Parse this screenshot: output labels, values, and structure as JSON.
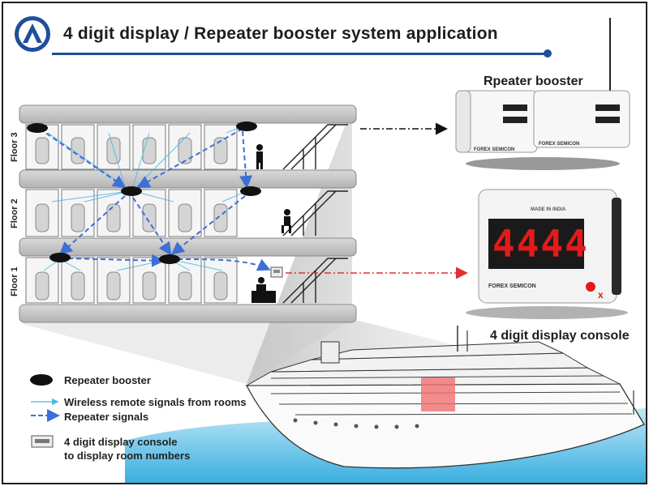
{
  "header": {
    "title": "4 digit display / Repeater booster system application"
  },
  "building": {
    "floors": [
      "Floor 3",
      "Floor 2",
      "Floor 1"
    ]
  },
  "products": {
    "repeater_title": "Rpeater booster",
    "repeater_brand": "FOREX SEMICON",
    "display_title": "4 digit display console",
    "display_digits": "4444",
    "display_made_in": "MADE IN INDIA",
    "display_brand": "FOREX SEMICON",
    "display_close": "x"
  },
  "legend": {
    "items": [
      {
        "label": "Repeater booster"
      },
      {
        "label": "Wireless remote signals from rooms"
      },
      {
        "label": "Repeater signals"
      },
      {
        "label": "4 digit display console\nto display room numbers"
      }
    ]
  },
  "colors": {
    "accent_blue": "#1f4f9b",
    "repeater_signal": "#3d6fd6",
    "wireless_signal": "#47b7e8",
    "display_red": "#e11b1b",
    "display_line": "#e0312f"
  }
}
